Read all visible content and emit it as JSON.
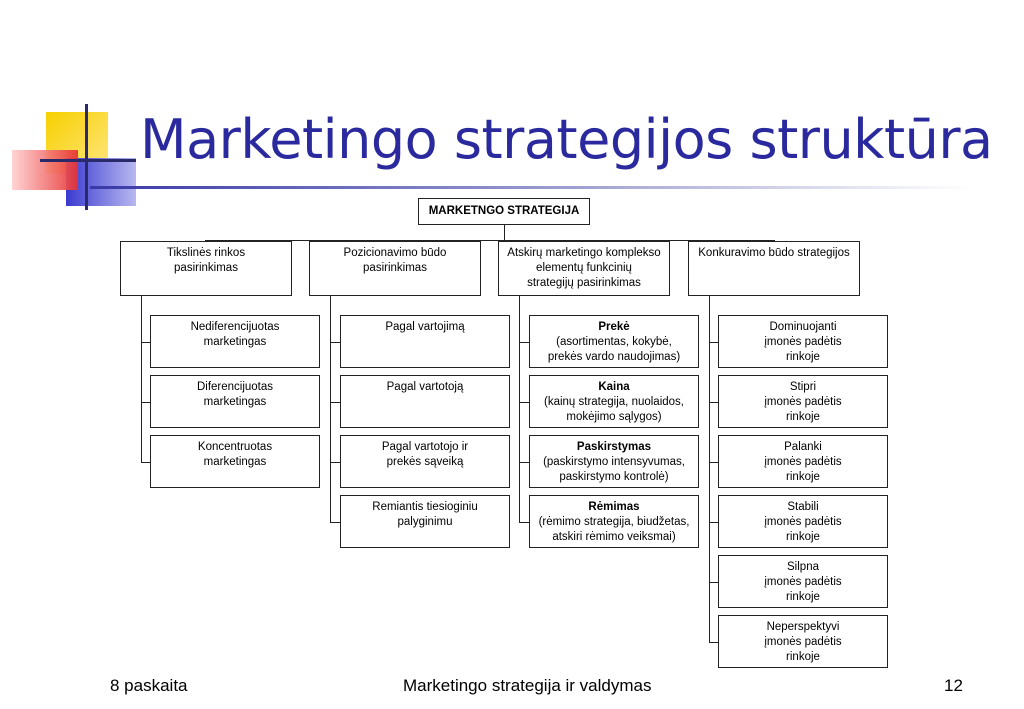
{
  "title": "Marketingo strategijos struktūra",
  "root": "MARKETNGO STRATEGIJA",
  "columns": [
    {
      "header": [
        "Tikslinės rinkos",
        "pasirinkimas"
      ],
      "items": [
        {
          "lines": [
            "Nediferencijuotas",
            "marketingas"
          ]
        },
        {
          "lines": [
            "Diferencijuotas",
            "marketingas"
          ]
        },
        {
          "lines": [
            "Koncentruotas",
            "marketingas"
          ]
        }
      ]
    },
    {
      "header": [
        "Pozicionavimo būdo",
        "pasirinkimas"
      ],
      "items": [
        {
          "lines": [
            "Pagal vartojimą"
          ]
        },
        {
          "lines": [
            "Pagal vartotoją"
          ]
        },
        {
          "lines": [
            "Pagal vartotojo ir",
            "prekės sąveiką"
          ]
        },
        {
          "lines": [
            "Remiantis tiesioginiu",
            "palyginimu"
          ]
        }
      ]
    },
    {
      "header": [
        "Atskirų marketingo komplekso",
        "elementų funkcinių",
        "strategijų pasirinkimas"
      ],
      "items": [
        {
          "bold": "Prekė",
          "lines": [
            "(asortimentas, kokybė,",
            "prekės vardo naudojimas)"
          ]
        },
        {
          "bold": "Kaina",
          "lines": [
            "(kainų strategija, nuolaidos,",
            "mokėjimo sąlygos)"
          ]
        },
        {
          "bold": "Paskirstymas",
          "lines": [
            "(paskirstymo intensyvumas,",
            "paskirstymo kontrolė)"
          ]
        },
        {
          "bold": "Rėmimas",
          "lines": [
            "(rėmimo strategija, biudžetas,",
            "atskiri rėmimo veiksmai)"
          ]
        }
      ]
    },
    {
      "header": [
        "Konkuravimo būdo strategijos"
      ],
      "items": [
        {
          "lines": [
            "Dominuojanti",
            "įmonės padėtis",
            "rinkoje"
          ]
        },
        {
          "lines": [
            "Stipri",
            "įmonės padėtis",
            "rinkoje"
          ]
        },
        {
          "lines": [
            "Palanki",
            "įmonės padėtis",
            "rinkoje"
          ]
        },
        {
          "lines": [
            "Stabili",
            "įmonės padėtis",
            "rinkoje"
          ]
        },
        {
          "lines": [
            "Silpna",
            "įmonės padėtis",
            "rinkoje"
          ]
        },
        {
          "lines": [
            "Neperspektyvi",
            "įmonės padėtis",
            "rinkoje"
          ]
        }
      ]
    }
  ],
  "footer": {
    "left": "8 paskaita",
    "center": "Marketingo strategija ir valdymas",
    "right": "12"
  },
  "colors": {
    "title": "#2a2a9e",
    "deco_yellow": "#f5c800",
    "deco_red": "#e83030",
    "deco_blue": "#3a3ad0"
  }
}
